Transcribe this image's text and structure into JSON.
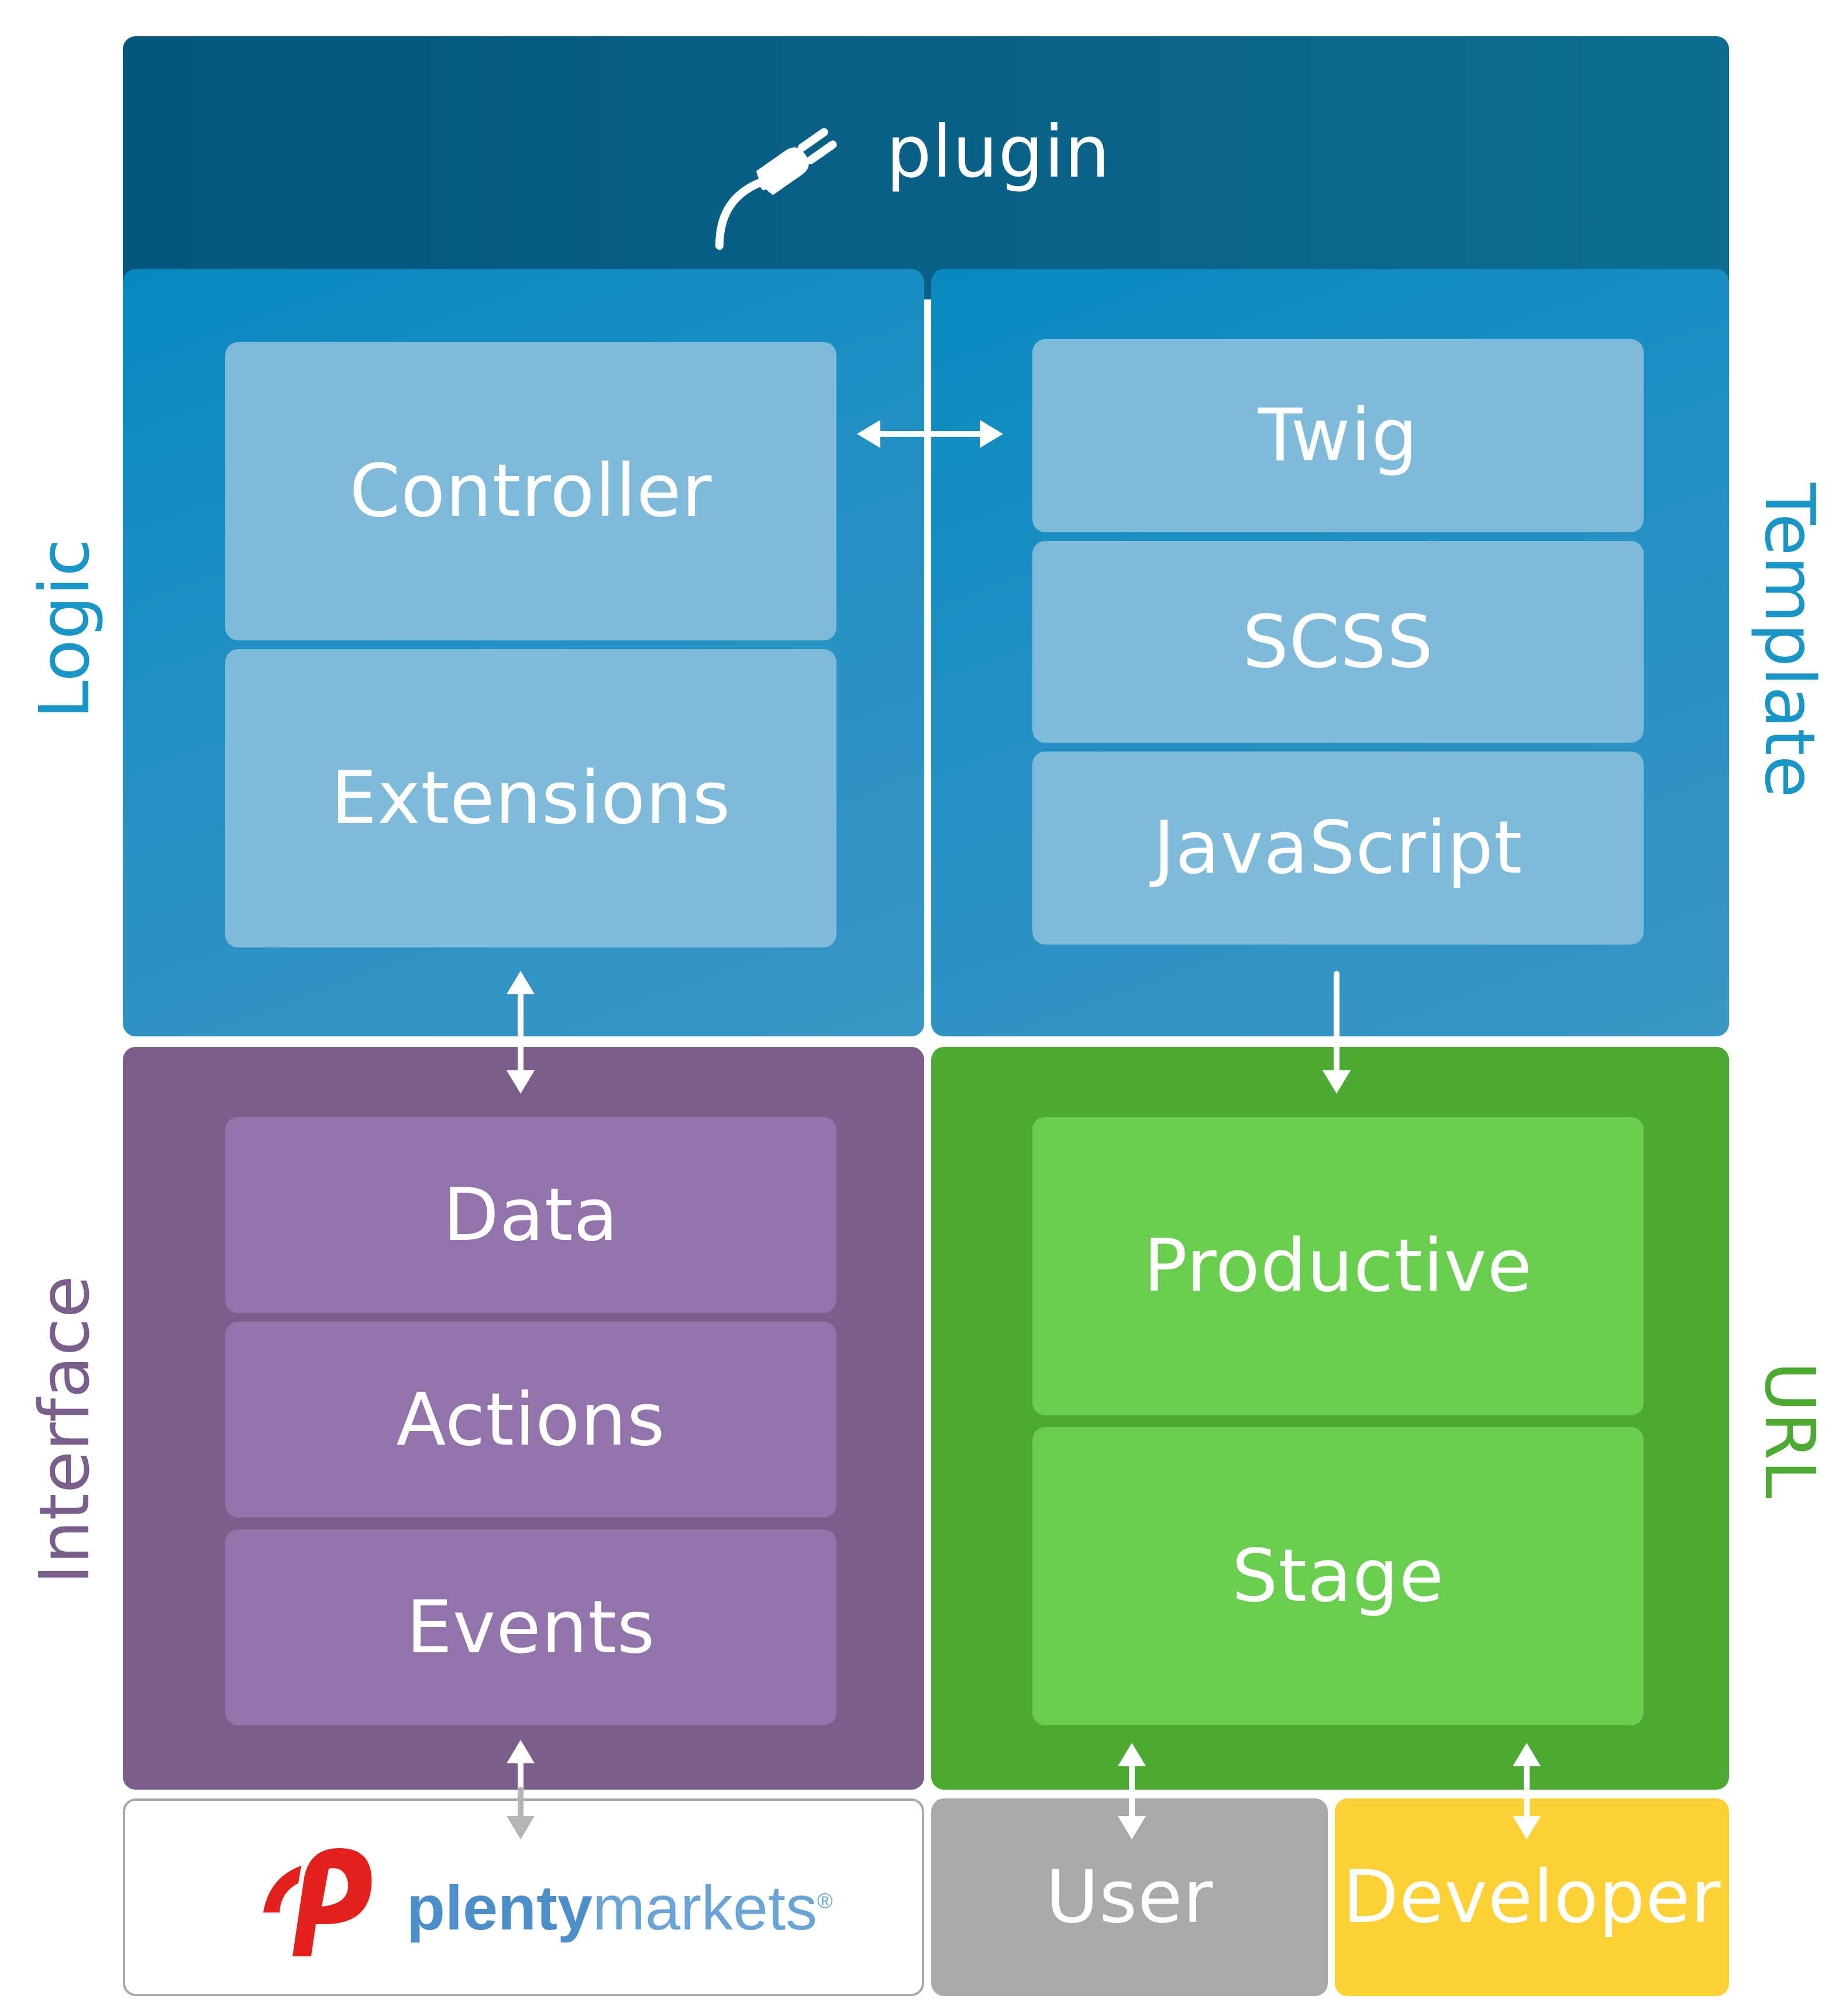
{
  "header": {
    "title": "plugin"
  },
  "labels": {
    "logic": "Logic",
    "template": "Template",
    "interface": "Interface",
    "url": "URL"
  },
  "logic": {
    "controller": "Controller",
    "extensions": "Extensions"
  },
  "template": {
    "twig": "Twig",
    "scss": "SCSS",
    "javascript": "JavaScript"
  },
  "interface": {
    "data": "Data",
    "actions": "Actions",
    "events": "Events"
  },
  "url": {
    "productive": "Productive",
    "stage": "Stage"
  },
  "footer": {
    "brand_part1": "plenty",
    "brand_part2": "markets",
    "brand_reg": "®",
    "user": "User",
    "developer": "Developer"
  },
  "colors": {
    "plugin_band": "#04577f",
    "blue_panel": "#0889bf",
    "blue_box": "#80badb",
    "purple_panel": "#7a5e8b",
    "purple_box": "#9373ab",
    "green_panel": "#4caa33",
    "green_box": "#69cd4d",
    "user_box": "#a9a9a9",
    "developer_box": "#fdd136",
    "brand_red": "#e3201b",
    "brand_blue": "#4b8ec9"
  },
  "icons": [
    "plug-icon",
    "plentymarkets-logo-icon"
  ]
}
